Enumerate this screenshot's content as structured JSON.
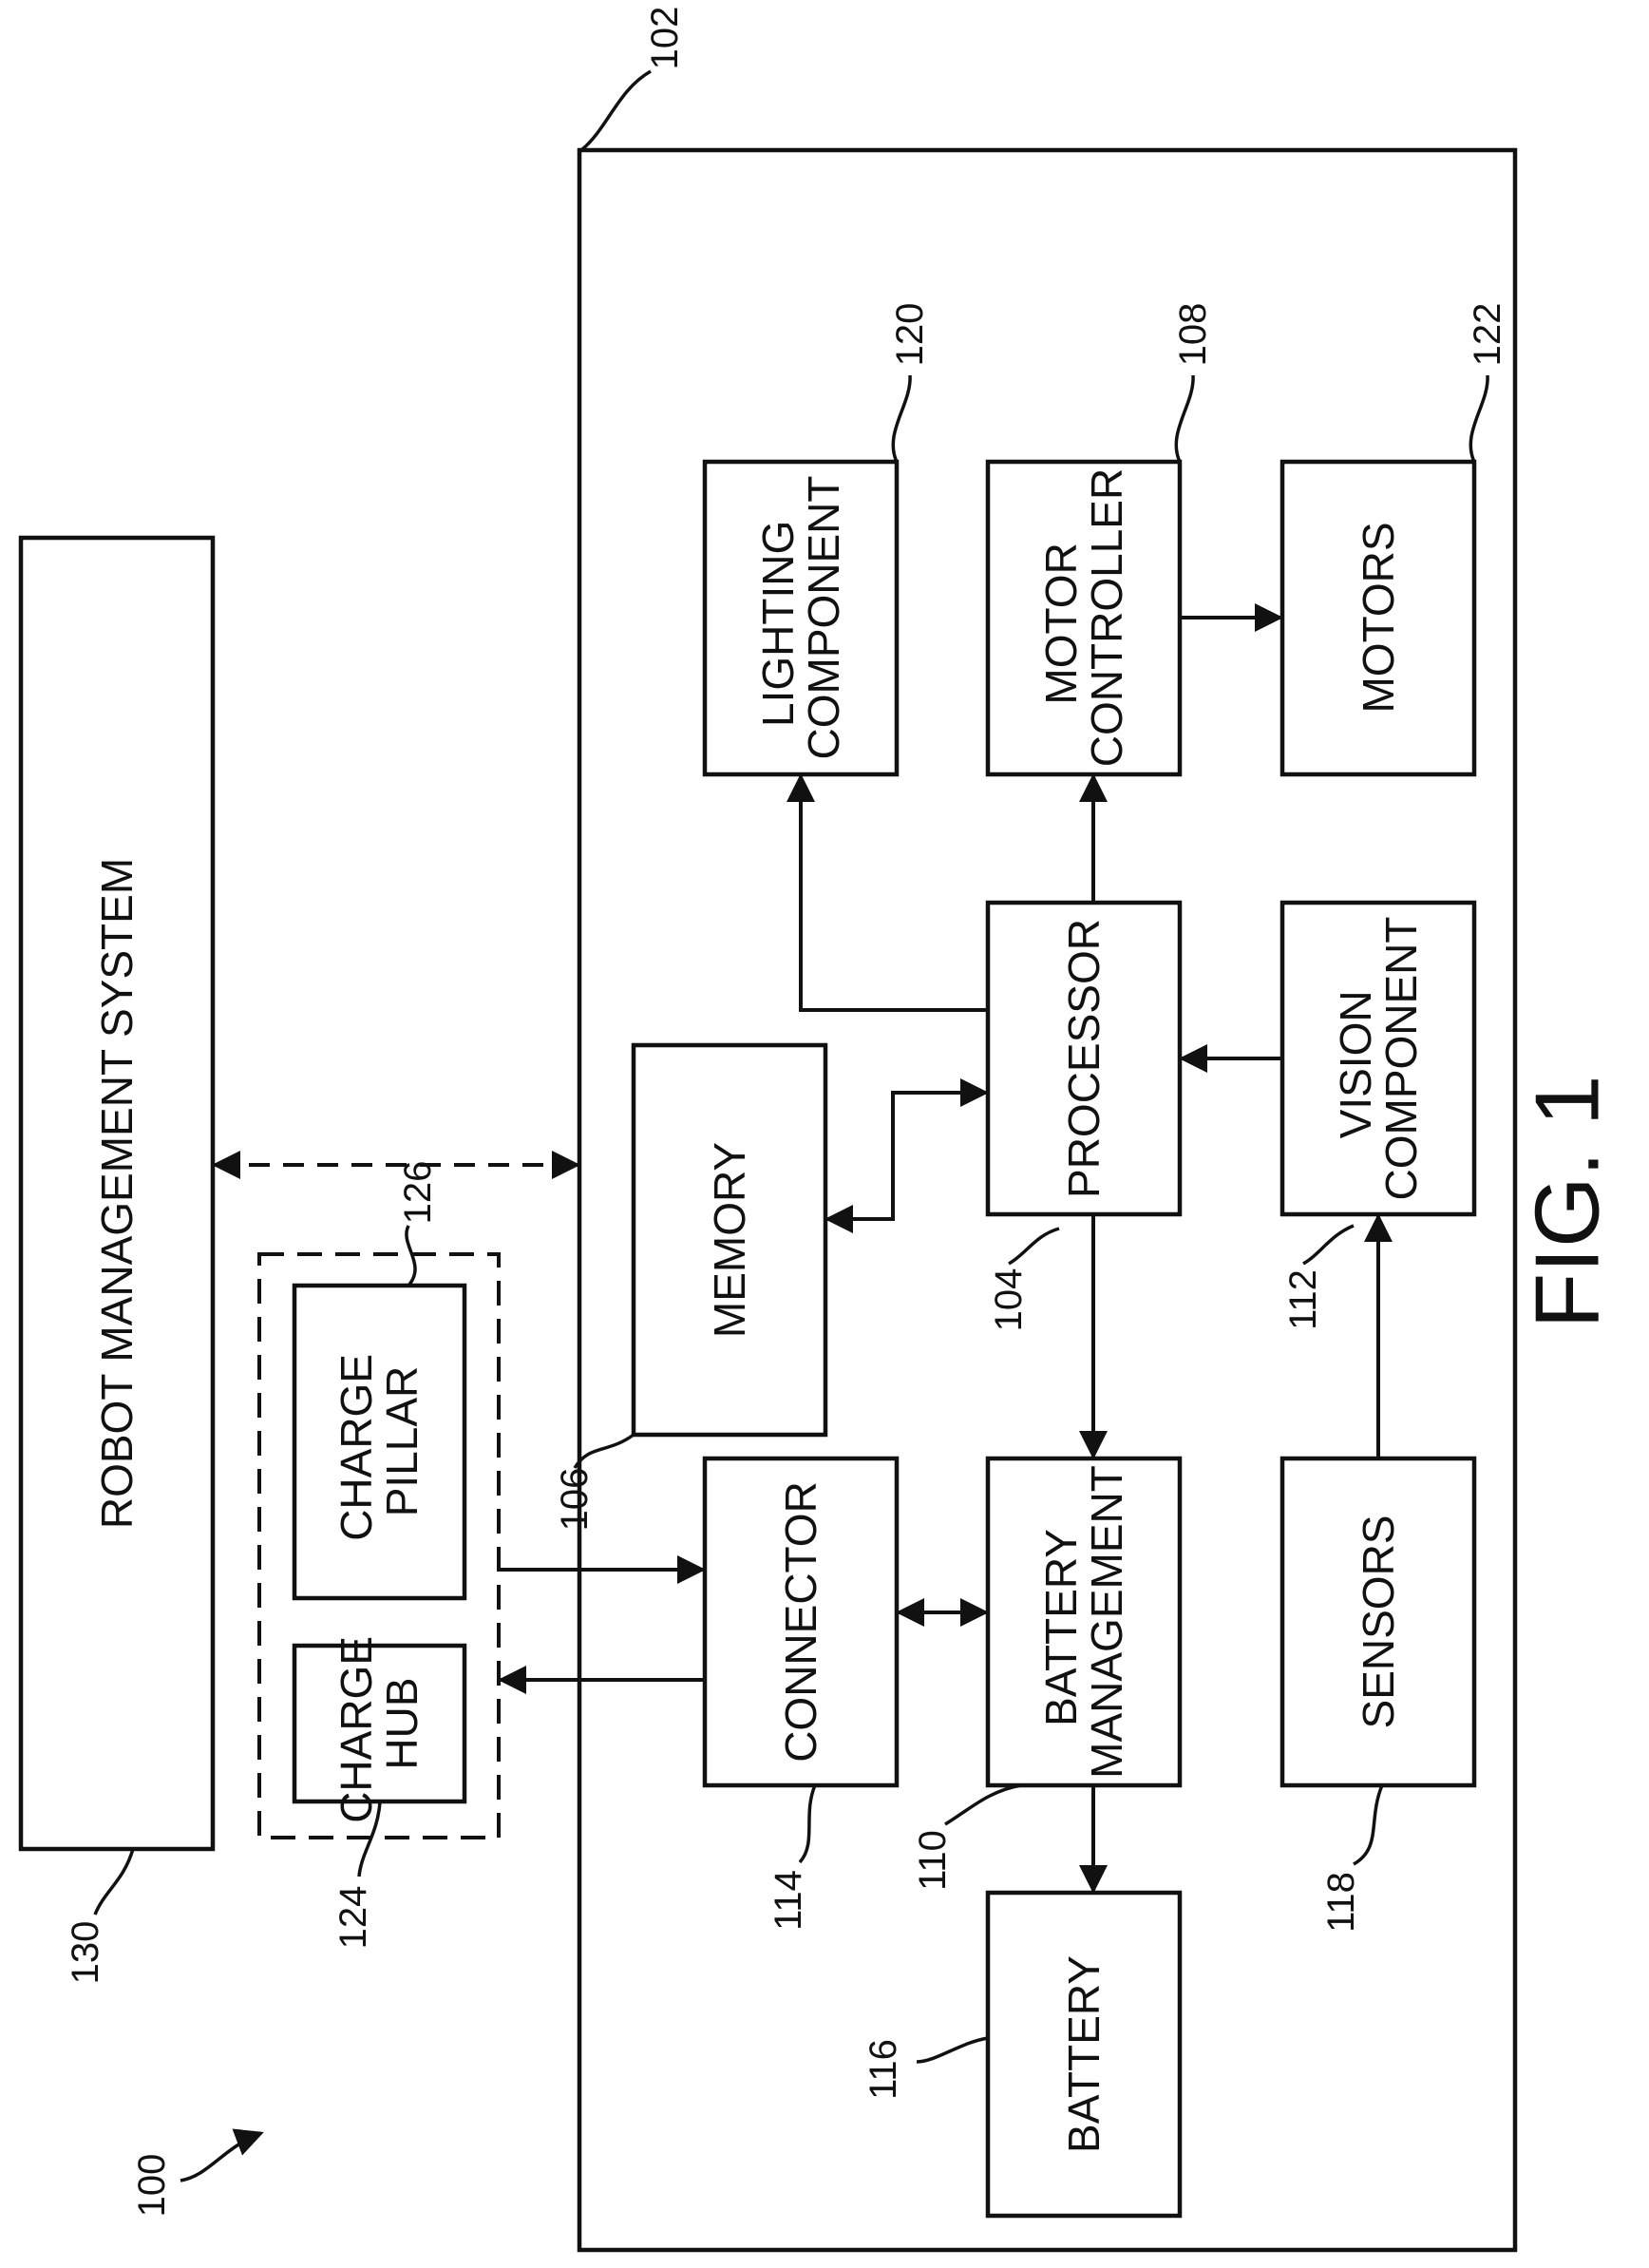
{
  "figure": {
    "label": "FIG. 1",
    "system_ref": "100"
  },
  "robot_management_system": {
    "label": "ROBOT MANAGEMENT SYSTEM",
    "ref": "130"
  },
  "robot": {
    "ref": "102"
  },
  "charging_station": {
    "ref": "124",
    "pillar_ref": "126"
  },
  "blocks": {
    "charge_hub": {
      "lines": [
        "CHARGE",
        "HUB"
      ]
    },
    "charge_pillar": {
      "lines": [
        "CHARGE",
        "PILLAR"
      ]
    },
    "lighting_component": {
      "lines": [
        "LIGHTING",
        "COMPONENT"
      ],
      "ref": "120"
    },
    "motor_controller": {
      "lines": [
        "MOTOR",
        "CONTROLLER"
      ],
      "ref": "108"
    },
    "motors": {
      "lines": [
        "MOTORS"
      ],
      "ref": "122"
    },
    "memory": {
      "lines": [
        "MEMORY"
      ],
      "ref": "106"
    },
    "processor": {
      "lines": [
        "PROCESSOR"
      ],
      "ref": "104"
    },
    "vision_component": {
      "lines": [
        "VISION",
        "COMPONENT"
      ],
      "ref": "112"
    },
    "connector": {
      "lines": [
        "CONNECTOR"
      ],
      "ref": "114"
    },
    "battery_management": {
      "lines": [
        "BATTERY",
        "MANAGEMENT"
      ],
      "ref": "110"
    },
    "sensors": {
      "lines": [
        "SENSORS"
      ],
      "ref": "118"
    },
    "battery": {
      "lines": [
        "BATTERY"
      ],
      "ref": "116"
    }
  }
}
